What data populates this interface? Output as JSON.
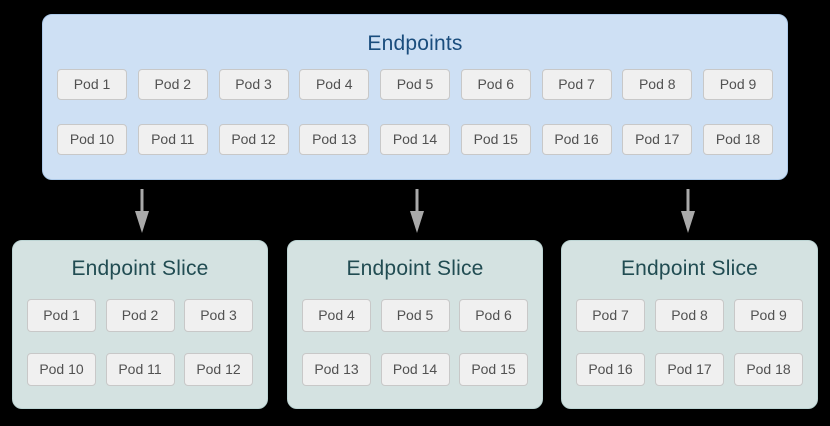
{
  "colors": {
    "canvas-bg": "#000000",
    "endpoints-bg": "#cee0f4",
    "endpoints-border": "#aecbea",
    "endpoints-title": "#1a4d7d",
    "slice-bg": "#d4e2e1",
    "slice-border": "#bdd5d4",
    "slice-title": "#214c52",
    "pod-bg": "#f0f0f0",
    "pod-border": "#c8c8c8",
    "pod-text": "#515151",
    "arrow": "#a9a9a9"
  },
  "endpoints": {
    "title": "Endpoints",
    "rows": [
      [
        "Pod 1",
        "Pod 2",
        "Pod 3",
        "Pod 4",
        "Pod 5",
        "Pod 6",
        "Pod 7",
        "Pod 8",
        "Pod 9"
      ],
      [
        "Pod 10",
        "Pod 11",
        "Pod 12",
        "Pod 13",
        "Pod 14",
        "Pod 15",
        "Pod 16",
        "Pod 17",
        "Pod 18"
      ]
    ]
  },
  "slices": [
    {
      "title": "Endpoint Slice",
      "rows": [
        [
          "Pod 1",
          "Pod 2",
          "Pod 3"
        ],
        [
          "Pod 10",
          "Pod 11",
          "Pod 12"
        ]
      ]
    },
    {
      "title": "Endpoint Slice",
      "rows": [
        [
          "Pod 4",
          "Pod 5",
          "Pod 6"
        ],
        [
          "Pod 13",
          "Pod 14",
          "Pod 15"
        ]
      ]
    },
    {
      "title": "Endpoint Slice",
      "rows": [
        [
          "Pod 7",
          "Pod 8",
          "Pod 9"
        ],
        [
          "Pod 16",
          "Pod 17",
          "Pod 18"
        ]
      ]
    }
  ]
}
